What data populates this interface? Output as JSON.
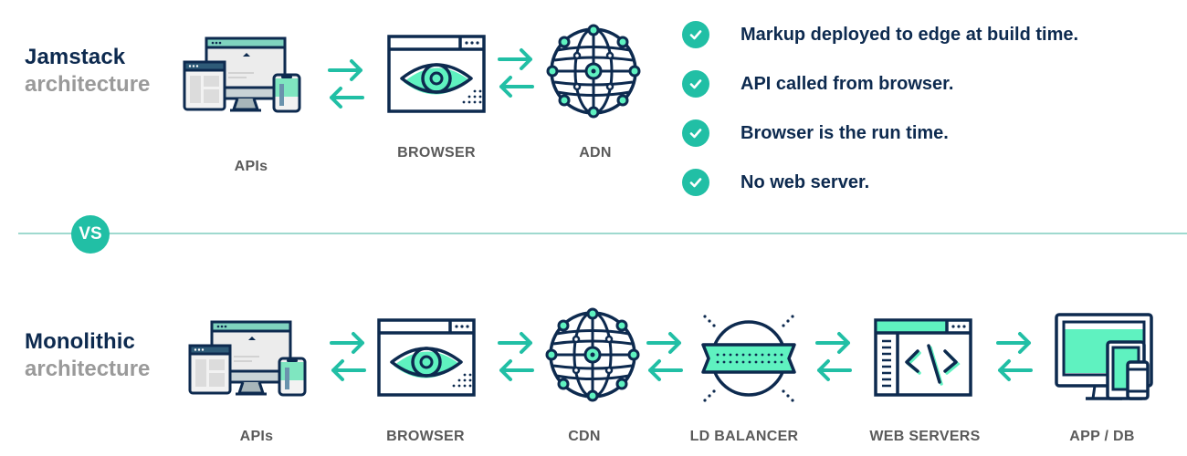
{
  "colors": {
    "navy": "#0d2a4f",
    "teal": "#21bfa5",
    "mint": "#5ff2c0",
    "gray_text": "#9a9a9a",
    "label": "#5a5a5a"
  },
  "jamstack": {
    "title": "Jamstack",
    "subtitle": "architecture",
    "nodes": [
      {
        "icon": "devices-icon",
        "label": "APIs"
      },
      {
        "icon": "browser-eye-icon",
        "label": "BROWSER"
      },
      {
        "icon": "globe-network-icon",
        "label": "ADN"
      }
    ],
    "features": [
      "Markup deployed to edge at build time.",
      "API called from browser.",
      "Browser is the run time.",
      "No web server."
    ]
  },
  "divider": {
    "badge": "VS"
  },
  "monolithic": {
    "title": "Monolithic",
    "subtitle": "architecture",
    "nodes": [
      {
        "icon": "devices-icon",
        "label": "APIs"
      },
      {
        "icon": "browser-eye-icon",
        "label": "BROWSER"
      },
      {
        "icon": "globe-network-icon",
        "label": "CDN"
      },
      {
        "icon": "load-balancer-icon",
        "label": "LD BALANCER"
      },
      {
        "icon": "code-window-icon",
        "label": "WEB SERVERS"
      },
      {
        "icon": "monitor-devices-icon",
        "label": "APP / DB"
      }
    ]
  }
}
